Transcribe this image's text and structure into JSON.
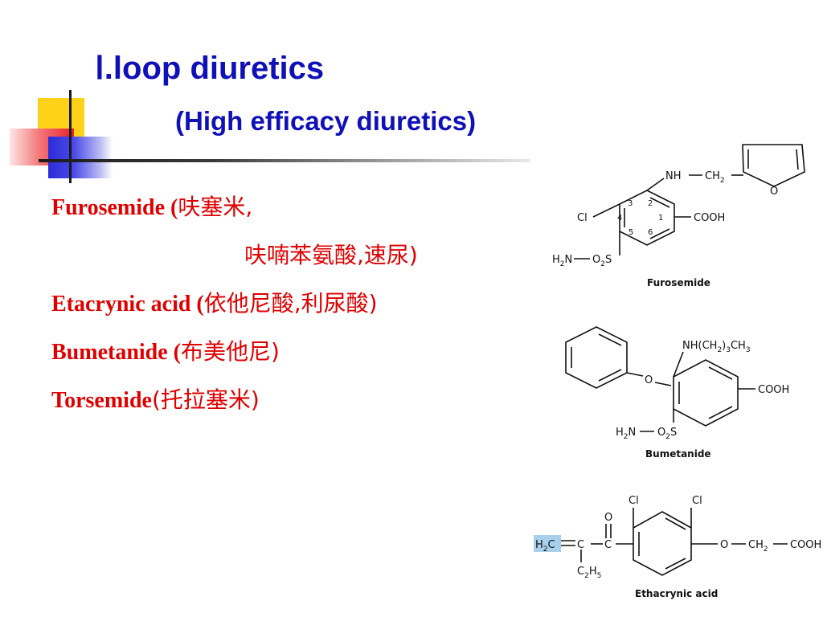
{
  "slide": {
    "title_line1": "Ⅰ.loop diuretics",
    "title_line2": "(High efficacy diuretics)"
  },
  "drugs": [
    {
      "name": "Furosemide (",
      "cn": "呋塞米,"
    },
    {
      "name": "",
      "cn": "呋喃苯氨酸,速尿)"
    },
    {
      "name": "Etacrynic acid (",
      "cn": "依他尼酸,利尿酸)"
    },
    {
      "name": "Bumetanide  (",
      "cn": "布美他尼)"
    },
    {
      "name": "Torsemide",
      "cn": "(托拉塞米)"
    }
  ],
  "structures": {
    "furosemide": {
      "caption": "Furosemide",
      "nh": "NH",
      "ch2": "CH",
      "o": "O",
      "cl": "Cl",
      "cooh": "COOH",
      "h2n": "H",
      "o2s": "O",
      "s": "S",
      "ring_numbers": [
        "3",
        "2",
        "4",
        "1",
        "5",
        "6"
      ]
    },
    "bumetanide": {
      "caption": "Bumetanide",
      "side_chain": "NH(CH",
      "side_chain_sub1": "2",
      "side_chain_mid": ")",
      "side_chain_sub2": "3",
      "side_chain_end": "CH",
      "side_chain_sub3": "3",
      "o": "O",
      "cooh": "COOH",
      "h2n": "H",
      "o2s": "O",
      "s": "S"
    },
    "ethacrynic_acid": {
      "caption": "Ethacrynic acid",
      "cl1": "Cl",
      "cl2": "Cl",
      "o_keto": "O",
      "h2c": "H",
      "c1": "C",
      "c2": "C",
      "c2h5": "C",
      "o_ether": "O",
      "ch2": "CH",
      "cooh": "COOH"
    },
    "highlight_color": "#a8d0ec"
  }
}
